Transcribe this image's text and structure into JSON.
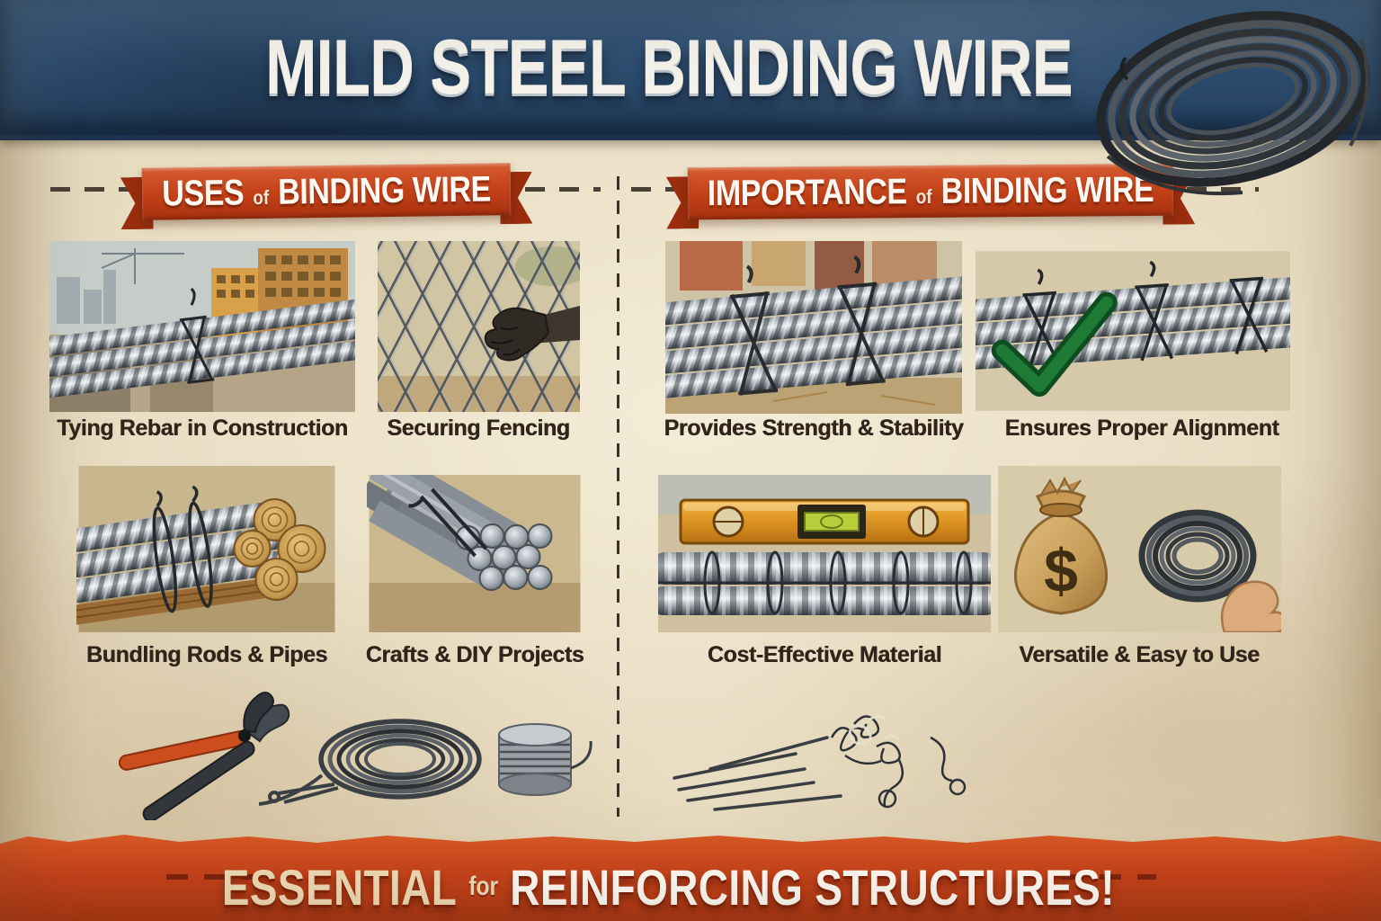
{
  "header": {
    "title": "MILD STEEL BINDING WIRE"
  },
  "uses": {
    "ribbon": {
      "lead": "USES",
      "connector": "of",
      "rest": "BINDING WIRE"
    },
    "items": [
      {
        "caption": "Tying Rebar in Construction",
        "icon": "rebar-construction"
      },
      {
        "caption": "Securing Fencing",
        "icon": "chain-link-fence"
      },
      {
        "caption": "Bundling Rods & Pipes",
        "icon": "bundled-rods-pipes"
      },
      {
        "caption": "Crafts & DIY Projects",
        "icon": "steel-rod-bundle"
      }
    ]
  },
  "importance": {
    "ribbon": {
      "lead": "IMPORTANCE",
      "connector": "of",
      "rest": "BINDING WIRE"
    },
    "items": [
      {
        "caption": "Provides Strength & Stability",
        "icon": "tied-rebar-bundle"
      },
      {
        "caption": "Ensures Proper Alignment",
        "icon": "rebar-green-checkmark"
      },
      {
        "caption": "Cost-Effective Material",
        "icon": "spirit-level-on-rebar"
      },
      {
        "caption": "Versatile & Easy to Use",
        "icon": "money-bag-wire-coil-hand"
      }
    ]
  },
  "footer": {
    "lead": "ESSENTIAL",
    "connector": "for",
    "rest": "REINFORCING STRUCTURES!"
  },
  "glyphs": {
    "dollar": "$"
  },
  "illustrations": {
    "banner_coil": "wire-coil",
    "bottom_left": "pliers-wire-coil-spool",
    "bottom_right": "twisted-wire-ties"
  },
  "colors": {
    "banner_blue": "#2b4a6c",
    "ribbon_red": "#c23f17",
    "footer_orange": "#c2411a",
    "background_beige": "#e7dbc0",
    "caption_brown": "#31241a",
    "check_green": "#1e7a35",
    "level_orange": "#dd9322"
  }
}
